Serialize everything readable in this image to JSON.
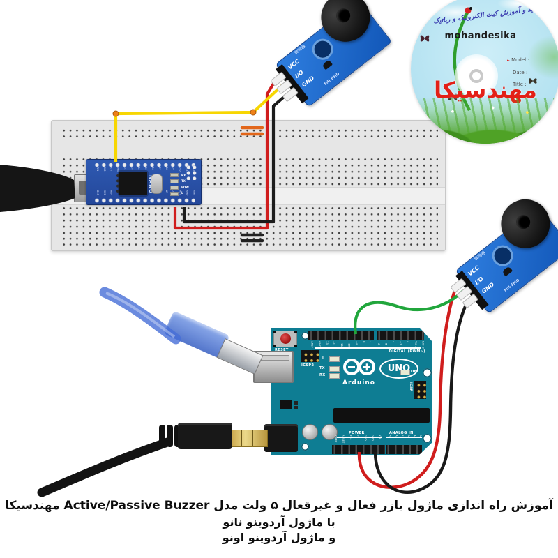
{
  "caption": {
    "line1": "آموزش راه اندازی ماژول بازر فعال و غیرقعال ۵ ولت مدل  Active/Passive Buzzer مهندسیکا",
    "line2": "با ماژول آردوینو نانو",
    "line3": "و ماژول آردوینو اونو"
  },
  "cd": {
    "arc_text": "تولید و آموزش کیت الکترونیک و رباتیک",
    "brand": "mohandesika",
    "brand_fa": "مهندسیکا",
    "fields": [
      "Model :",
      "Date :",
      "Title :"
    ]
  },
  "uno": {
    "board_name": "UNO",
    "brand": "Arduino",
    "digital_label": "DIGITAL (PWM~)",
    "power_label": "POWER",
    "analog_label": "ANALOG IN",
    "reset_label": "RESET",
    "on_label": "ON",
    "led_l": "L",
    "led_tx": "TX",
    "led_rx": "RX",
    "icsp_label": "ICSP",
    "icsp2_label": "ICSP2",
    "top_pins": [
      "AREF",
      "GND",
      "13",
      "12",
      "~11",
      "~10",
      "~9",
      "8",
      "7",
      "~6",
      "~5",
      "4",
      "~3",
      "2",
      "TX→1",
      "RX←0"
    ],
    "power_pins": [
      "IOREF",
      "RESET",
      "3V3",
      "5V",
      "GND",
      "GND",
      "VIN"
    ],
    "analog_pins": [
      "A0",
      "A1",
      "A2",
      "A3",
      "A4",
      "A5"
    ]
  },
  "nano": {
    "board_name": "NANO",
    "leds": [
      "RX",
      "TX",
      "POW",
      "L"
    ],
    "top_pins": [
      "TX1",
      "RX0",
      "RST",
      "GND",
      "D2",
      "D3",
      "D4",
      "D5",
      "D6",
      "D7",
      "D8",
      "D9",
      "D10",
      "D11",
      "D12"
    ],
    "bottom_pins": [
      "D13",
      "3V3",
      "REF",
      "A0",
      "A1",
      "A2",
      "A3",
      "A4",
      "A5",
      "A6",
      "A7",
      "5V",
      "RST",
      "GND",
      "VIN"
    ]
  },
  "buzzer": {
    "pins": [
      "VCC",
      "I/O",
      "GND"
    ],
    "model": "MH-FMD",
    "silk": "蜂鸣器"
  },
  "colors": {
    "wire_yellow": "#f7d602",
    "wire_red": "#d01d1d",
    "wire_black": "#1c1c1c",
    "wire_green": "#21a63c",
    "jumper_orange": "#e2661a",
    "uno_pcb": "#0e7d93",
    "nano_pcb": "#2b55a8",
    "module_pcb": "#1f6bd0",
    "cd_bg": "#b4e2f1"
  }
}
